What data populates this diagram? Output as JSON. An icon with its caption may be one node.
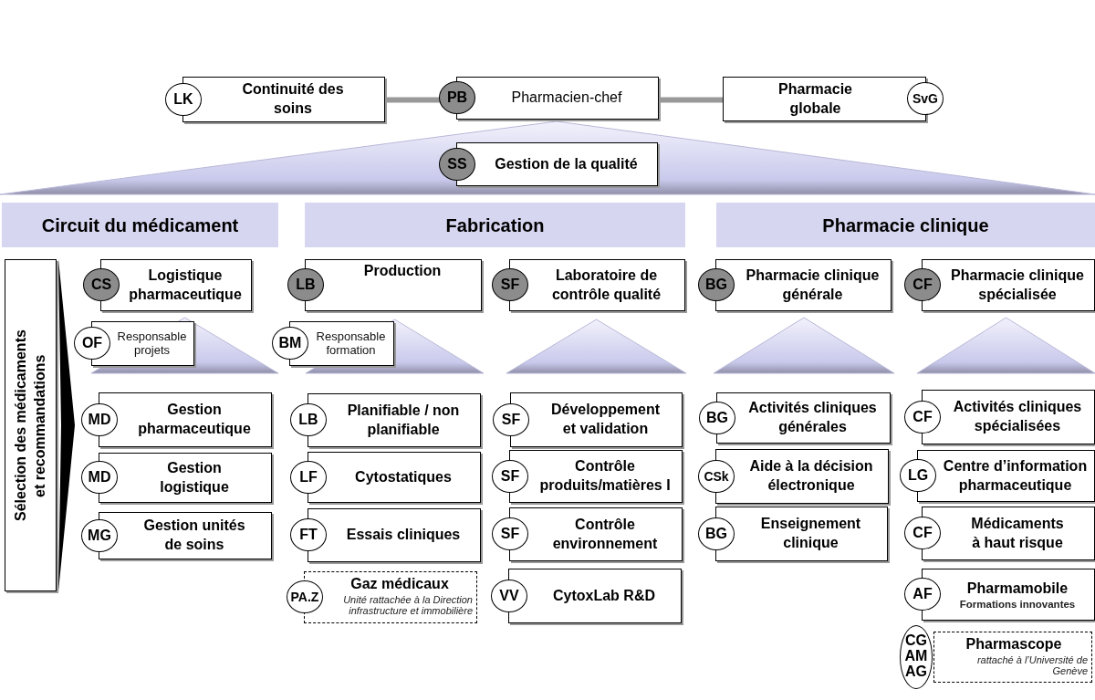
{
  "diagram": {
    "nodes": [
      {
        "text": [
          "LK",
          "Continuité des soins"
        ]
      },
      {
        "text": [
          "PB",
          "Pharmacien-chef"
        ]
      },
      {
        "text": [
          "Pharmacie globale",
          "SvG"
        ]
      },
      {
        "text": [
          "SS",
          "Gestion de la qualité"
        ]
      },
      {
        "text": [
          "Circuit du médicament"
        ]
      },
      {
        "text": [
          "Fabrication"
        ]
      },
      {
        "text": [
          "Pharmacie clinique"
        ]
      },
      {
        "text": [
          "Sélection des médicaments et recommandations"
        ]
      },
      {
        "text": [
          "CS",
          "Logistique pharmaceutique"
        ]
      },
      {
        "text": [
          "OF",
          "Responsable projets"
        ]
      },
      {
        "text": [
          "MD",
          "Gestion pharmaceutique"
        ]
      },
      {
        "text": [
          "MD",
          "Gestion logistique"
        ]
      },
      {
        "text": [
          "MG",
          "Gestion unités de soins"
        ]
      },
      {
        "text": [
          "LB",
          "Production"
        ]
      },
      {
        "text": [
          "BM",
          "Responsable formation"
        ]
      },
      {
        "text": [
          "LB",
          "Planifiable / non planifiable"
        ]
      },
      {
        "text": [
          "LF",
          "Cytostatiques"
        ]
      },
      {
        "text": [
          "FT",
          "Essais cliniques"
        ]
      },
      {
        "text": [
          "PA.Z",
          "Gaz médicaux",
          "Unité rattachée à la Direction infrastructure et immobilière"
        ]
      },
      {
        "text": [
          "SF",
          "Laboratoire de contrôle qualité"
        ]
      },
      {
        "text": [
          "SF",
          "Développement et validation"
        ]
      },
      {
        "text": [
          "SF",
          "Contrôle produits/matières I"
        ]
      },
      {
        "text": [
          "SF",
          "Contrôle environnement"
        ]
      },
      {
        "text": [
          "VV",
          "CytoxLab R&D"
        ]
      },
      {
        "text": [
          "BG",
          "Pharmacie clinique générale"
        ]
      },
      {
        "text": [
          "CF",
          "Pharmacie clinique spécialisée"
        ]
      },
      {
        "text": [
          "BG",
          "Activités cliniques générales"
        ]
      },
      {
        "text": [
          "CSk",
          "Aide à la décision électronique"
        ]
      },
      {
        "text": [
          "BG",
          "Enseignement clinique"
        ]
      },
      {
        "text": [
          "CF",
          "Activités cliniques spécialisées"
        ]
      },
      {
        "text": [
          "LG",
          "Centre d’information pharmaceutique"
        ]
      },
      {
        "text": [
          "CF",
          "Médicaments à haut risque"
        ]
      },
      {
        "text": [
          "AF",
          "Pharmamobile",
          "Formations innovantes"
        ]
      },
      {
        "text": [
          "CG AM AG",
          "Pharmascope",
          "rattaché à l’Université de Genève"
        ]
      }
    ],
    "edges": [
      {
        "from": 0,
        "to": 1,
        "arrow": "none"
      },
      {
        "from": 1,
        "to": 2,
        "arrow": "none"
      }
    ]
  }
}
